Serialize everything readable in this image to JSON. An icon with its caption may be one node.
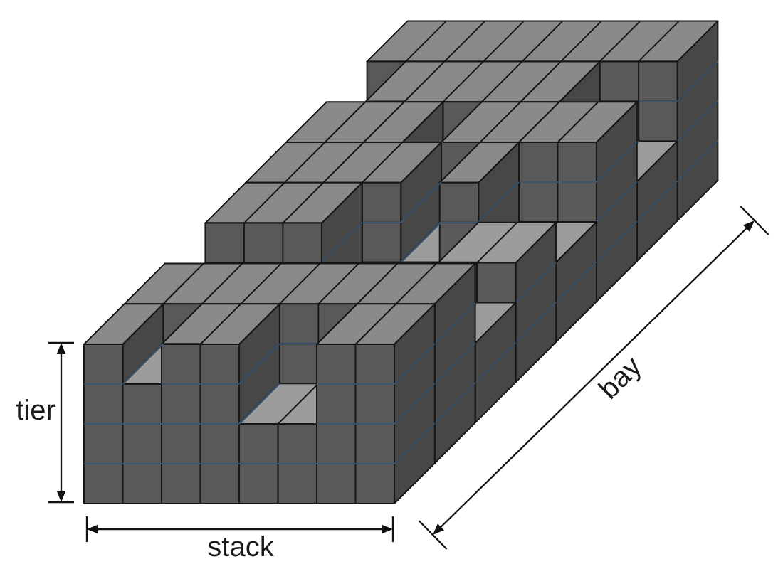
{
  "diagram": {
    "labels": [
      "bay",
      "tier",
      "stack"
    ]
  }
}
